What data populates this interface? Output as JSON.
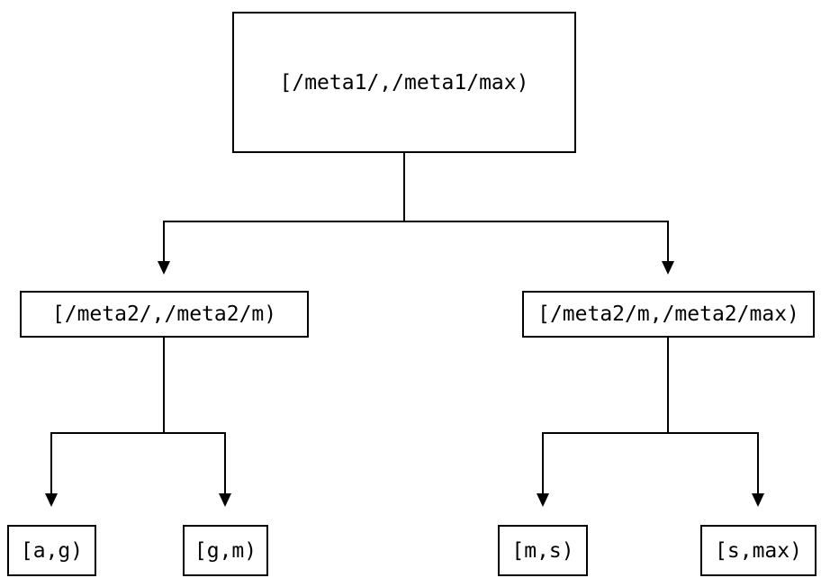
{
  "diagram": {
    "type": "tree",
    "root": {
      "label": "[/meta1/,/meta1/max)"
    },
    "level2": [
      {
        "label": "[/meta2/,/meta2/m)"
      },
      {
        "label": "[/meta2/m,/meta2/max)"
      }
    ],
    "leaves": [
      {
        "label": "[a,g)"
      },
      {
        "label": "[g,m)"
      },
      {
        "label": "[m,s)"
      },
      {
        "label": "[s,max)"
      }
    ],
    "colors": {
      "background": "#ffffff",
      "line": "#000000",
      "box_border": "#000000",
      "text": "#000000"
    }
  }
}
